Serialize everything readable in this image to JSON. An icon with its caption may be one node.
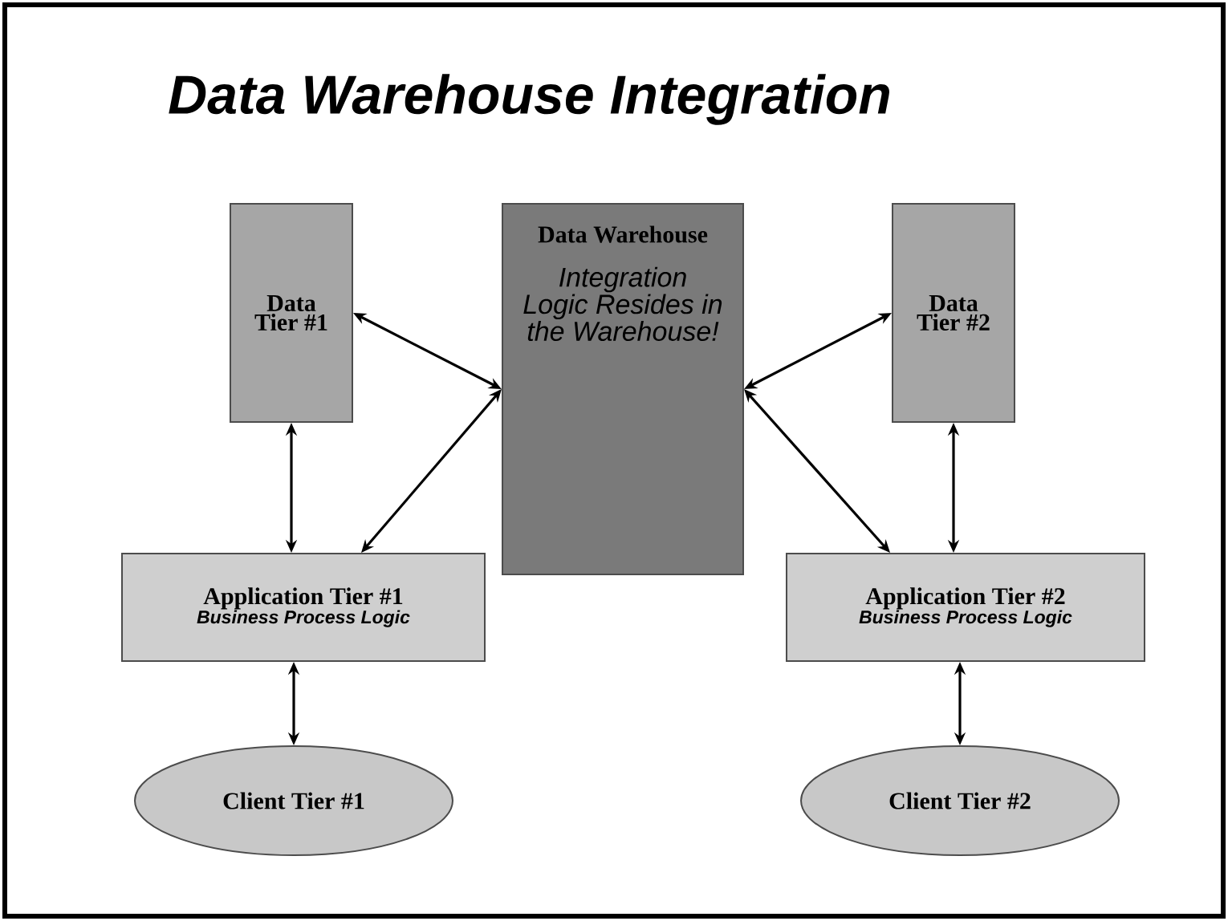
{
  "diagram": {
    "title": "Data Warehouse Integration",
    "nodes": [
      {
        "text": [
          "Data Tier #1"
        ]
      },
      {
        "text": [
          "Data Warehouse",
          "Integration Logic Resides in the Warehouse!"
        ]
      },
      {
        "text": [
          "Data Tier #2"
        ]
      },
      {
        "text": [
          "Application Tier #1",
          "Business Process Logic"
        ]
      },
      {
        "text": [
          "Application Tier #2",
          "Business Process Logic"
        ]
      },
      {
        "text": [
          "Client Tier #1"
        ]
      },
      {
        "text": [
          "Client Tier #2"
        ]
      }
    ],
    "edges": [
      {
        "from": 0,
        "to": 1,
        "arrow": "both"
      },
      {
        "from": 3,
        "to": 1,
        "arrow": "both"
      },
      {
        "from": 0,
        "to": 3,
        "arrow": "both"
      },
      {
        "from": 3,
        "to": 5,
        "arrow": "both"
      },
      {
        "from": 1,
        "to": 2,
        "arrow": "both"
      },
      {
        "from": 1,
        "to": 4,
        "arrow": "both"
      },
      {
        "from": 2,
        "to": 4,
        "arrow": "both"
      },
      {
        "from": 4,
        "to": 6,
        "arrow": "both"
      }
    ]
  }
}
